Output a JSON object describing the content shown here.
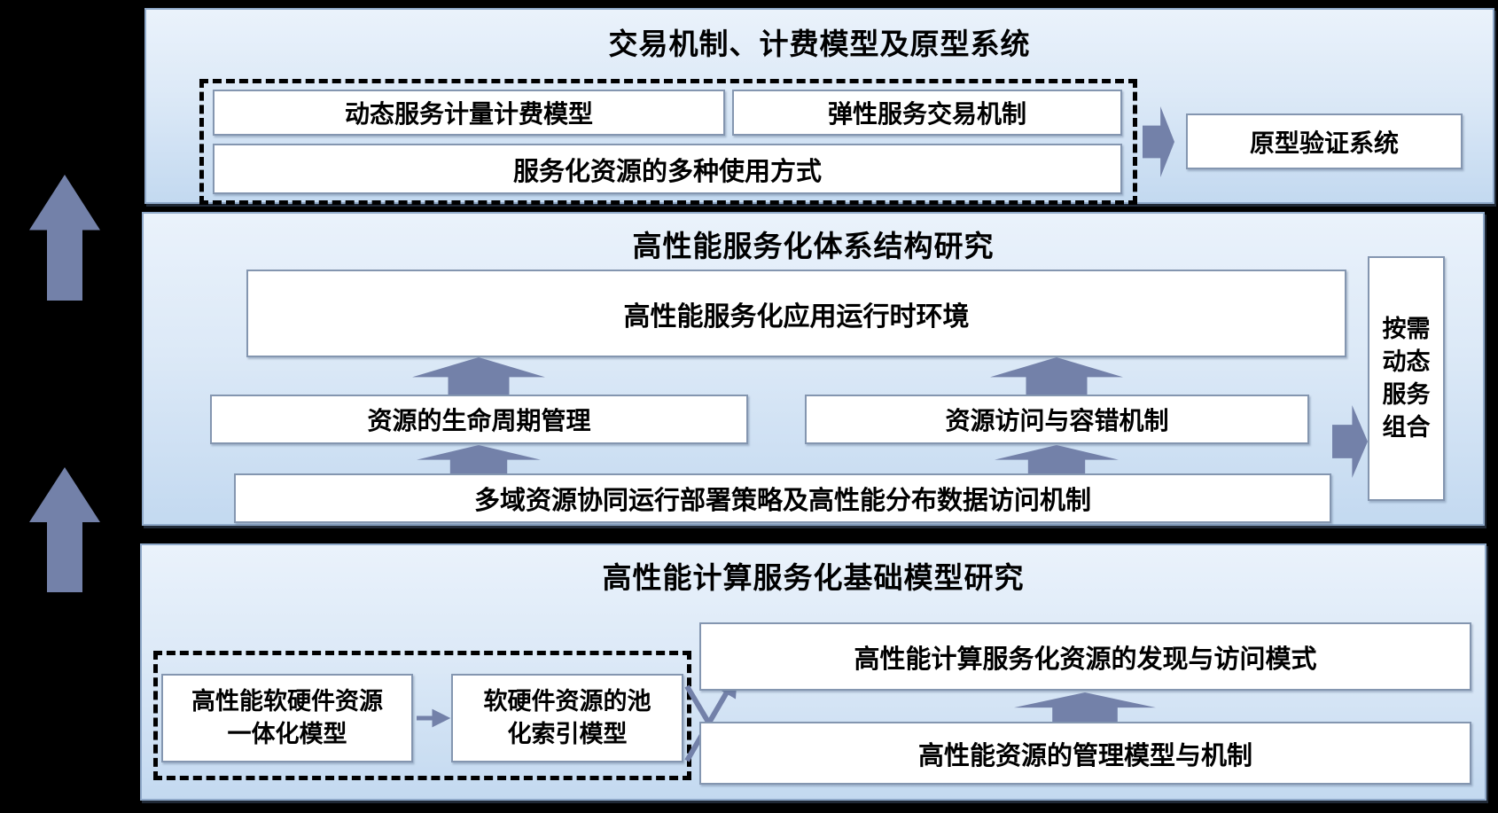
{
  "diagram": {
    "panels": {
      "top": {
        "title": "交易机制、计费模型及原型系统",
        "dashed_group_boxes": [
          "动态服务计量计费模型",
          "弹性服务交易机制",
          "服务化资源的多种使用方式"
        ],
        "prototype_box": "原型验证系统"
      },
      "middle": {
        "title": "高性能服务化体系结构研究",
        "runtime_box": "高性能服务化应用运行时环境",
        "lifecycle_box": "资源的生命周期管理",
        "access_box": "资源访问与容错机制",
        "multidomain_box": "多域资源协同运行部署策略及高性能分布数据访问机制",
        "ondemand_box": "按需动态服务组合",
        "ondemand_box_lines": [
          "按需",
          "动态",
          "服务",
          "组合"
        ]
      },
      "bottom": {
        "title": "高性能计算服务化基础模型研究",
        "integration_box": "高性能软硬件资源一体化模型",
        "integration_box_lines": [
          "高性能软硬件资源",
          "一体化模型"
        ],
        "pooling_box": "软硬件资源的池化索引模型",
        "pooling_box_lines": [
          "软硬件资源的池",
          "化索引模型"
        ],
        "discovery_box": "高性能计算服务化资源的发现与访问模式",
        "management_box": "高性能资源的管理模型与机制"
      }
    },
    "colors": {
      "background": "#000000",
      "panel_fill_top": "#eaf2fb",
      "panel_fill_mid": "#dce9f7",
      "panel_fill_bottom": "#c3d9f0",
      "panel_border": "#8fa9c9",
      "box_fill": "#ffffff",
      "box_border": "#8496b0",
      "arrow_fill": "#7381a9",
      "dashed_border": "#000000",
      "text": "#000000"
    },
    "icons": [
      "up-block-arrow",
      "right-block-arrow",
      "line-arrow",
      "diagonal-line-arrows"
    ]
  }
}
